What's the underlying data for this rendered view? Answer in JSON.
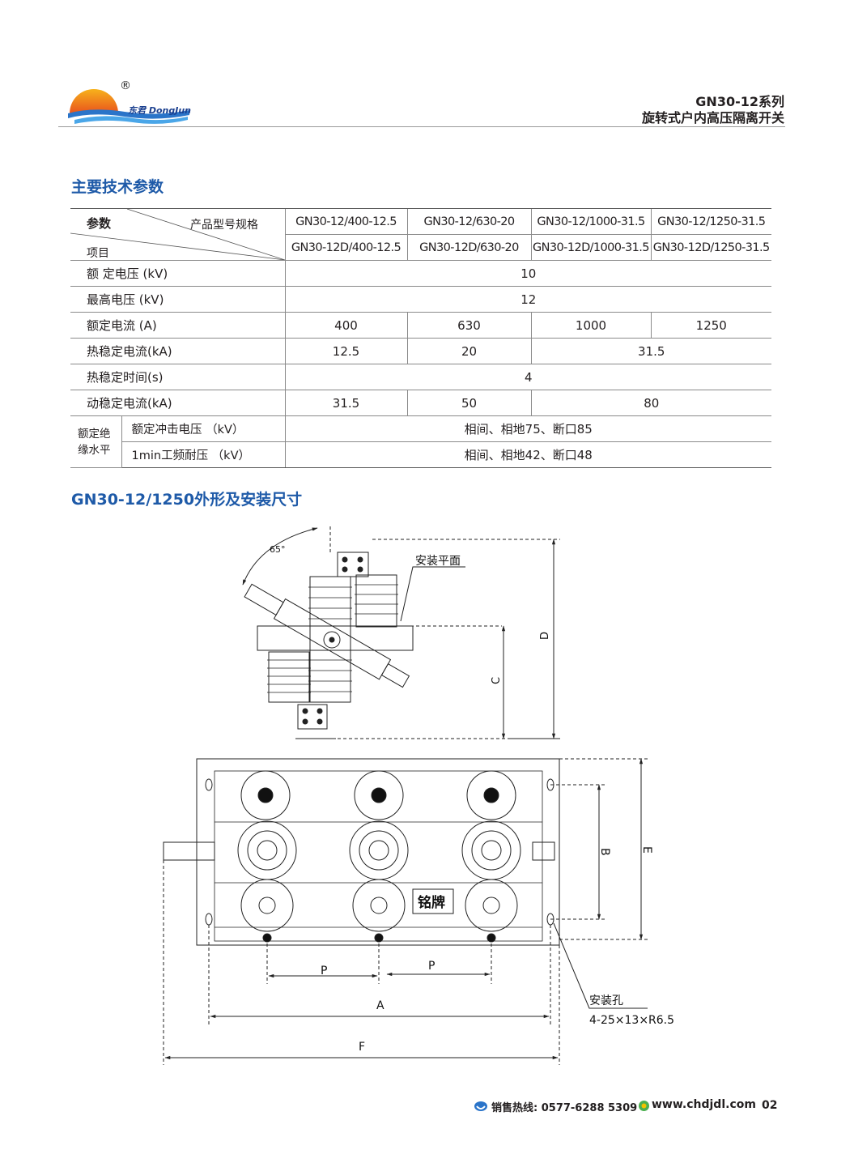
{
  "header": {
    "brand": "东君 DongJun",
    "registered_mark": "®",
    "series": "GN30-12系列",
    "product": "旋转式户内高压隔离开关"
  },
  "section1_title": "主要技术参数",
  "table": {
    "corner_param": "参数",
    "corner_spec": "产品型号规格",
    "corner_item": "项目",
    "models_row1": [
      "GN30-12/400-12.5",
      "GN30-12/630-20",
      "GN30-12/1000-31.5",
      "GN30-12/1250-31.5"
    ],
    "models_row2": [
      "GN30-12D/400-12.5",
      "GN30-12D/630-20",
      "GN30-12D/1000-31.5",
      "GN30-12D/1250-31.5"
    ],
    "rated_voltage": {
      "label": "额 定电压 (kV)",
      "value": "10"
    },
    "max_voltage": {
      "label": "最高电压 (kV)",
      "value": "12"
    },
    "rated_current": {
      "label": "额定电流 (A)",
      "values": [
        "400",
        "630",
        "1000",
        "1250"
      ]
    },
    "thermal_current": {
      "label": "热稳定电流(kA)",
      "values": [
        "12.5",
        "20",
        "31.5"
      ]
    },
    "thermal_time": {
      "label": "热稳定时间(s)",
      "value": "4"
    },
    "dynamic_current": {
      "label": "动稳定电流(kA)",
      "values": [
        "31.5",
        "50",
        "80"
      ]
    },
    "insulation_group": "额定绝缘水平",
    "impulse": {
      "label": "额定冲击电压 （kV）",
      "value": "相间、相地75、断口85"
    },
    "power_freq": {
      "label": "1min工频耐压 （kV）",
      "value": "相间、相地42、断口48"
    }
  },
  "section2_title": "GN30-12/1250外形及安装尺寸",
  "drawing": {
    "angle": "65°",
    "mount_plane": "安装平面",
    "dim_c": "C",
    "dim_d": "D",
    "dim_b": "B",
    "dim_e": "E",
    "dim_p1": "P",
    "dim_p2": "P",
    "dim_a": "A",
    "dim_f": "F",
    "nameplate": "铭牌",
    "mount_hole": "安装孔",
    "mount_hole_spec": "4-25×13×R6.5"
  },
  "footer": {
    "hotline": "销售热线: 0577-6288 5309",
    "website": "www.chdjdl.com",
    "page": "02"
  }
}
